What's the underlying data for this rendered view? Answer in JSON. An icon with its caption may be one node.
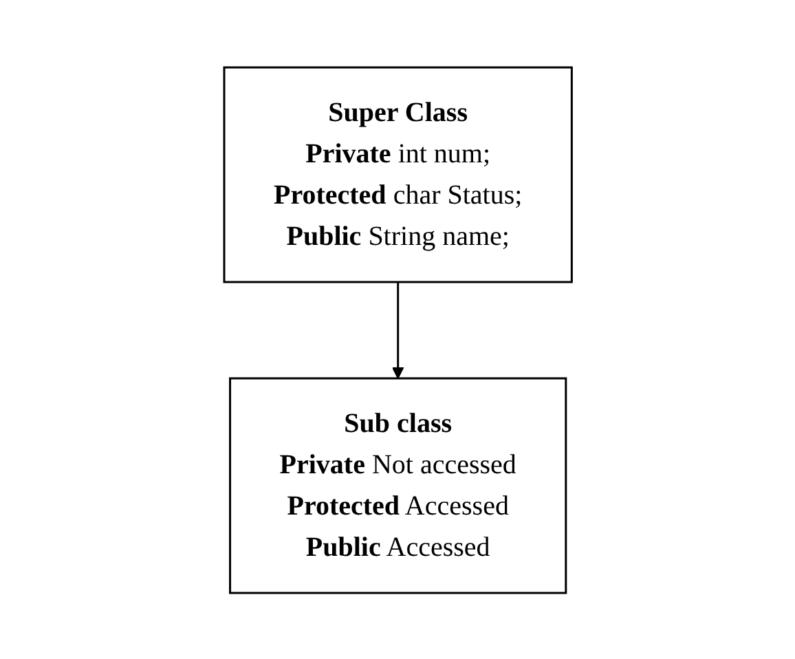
{
  "diagram": {
    "nodes": [
      {
        "text": [
          "Super Class",
          "**Private** int num;",
          "**Protected** char Status;",
          "**Public** String name;"
        ]
      },
      {
        "text": [
          "Sub class",
          "**Private** Not accessed",
          "**Protected** Accessed",
          "**Public** Accessed"
        ]
      }
    ],
    "edges": [
      {
        "from": 0,
        "to": 1,
        "arrow": "to"
      }
    ]
  }
}
